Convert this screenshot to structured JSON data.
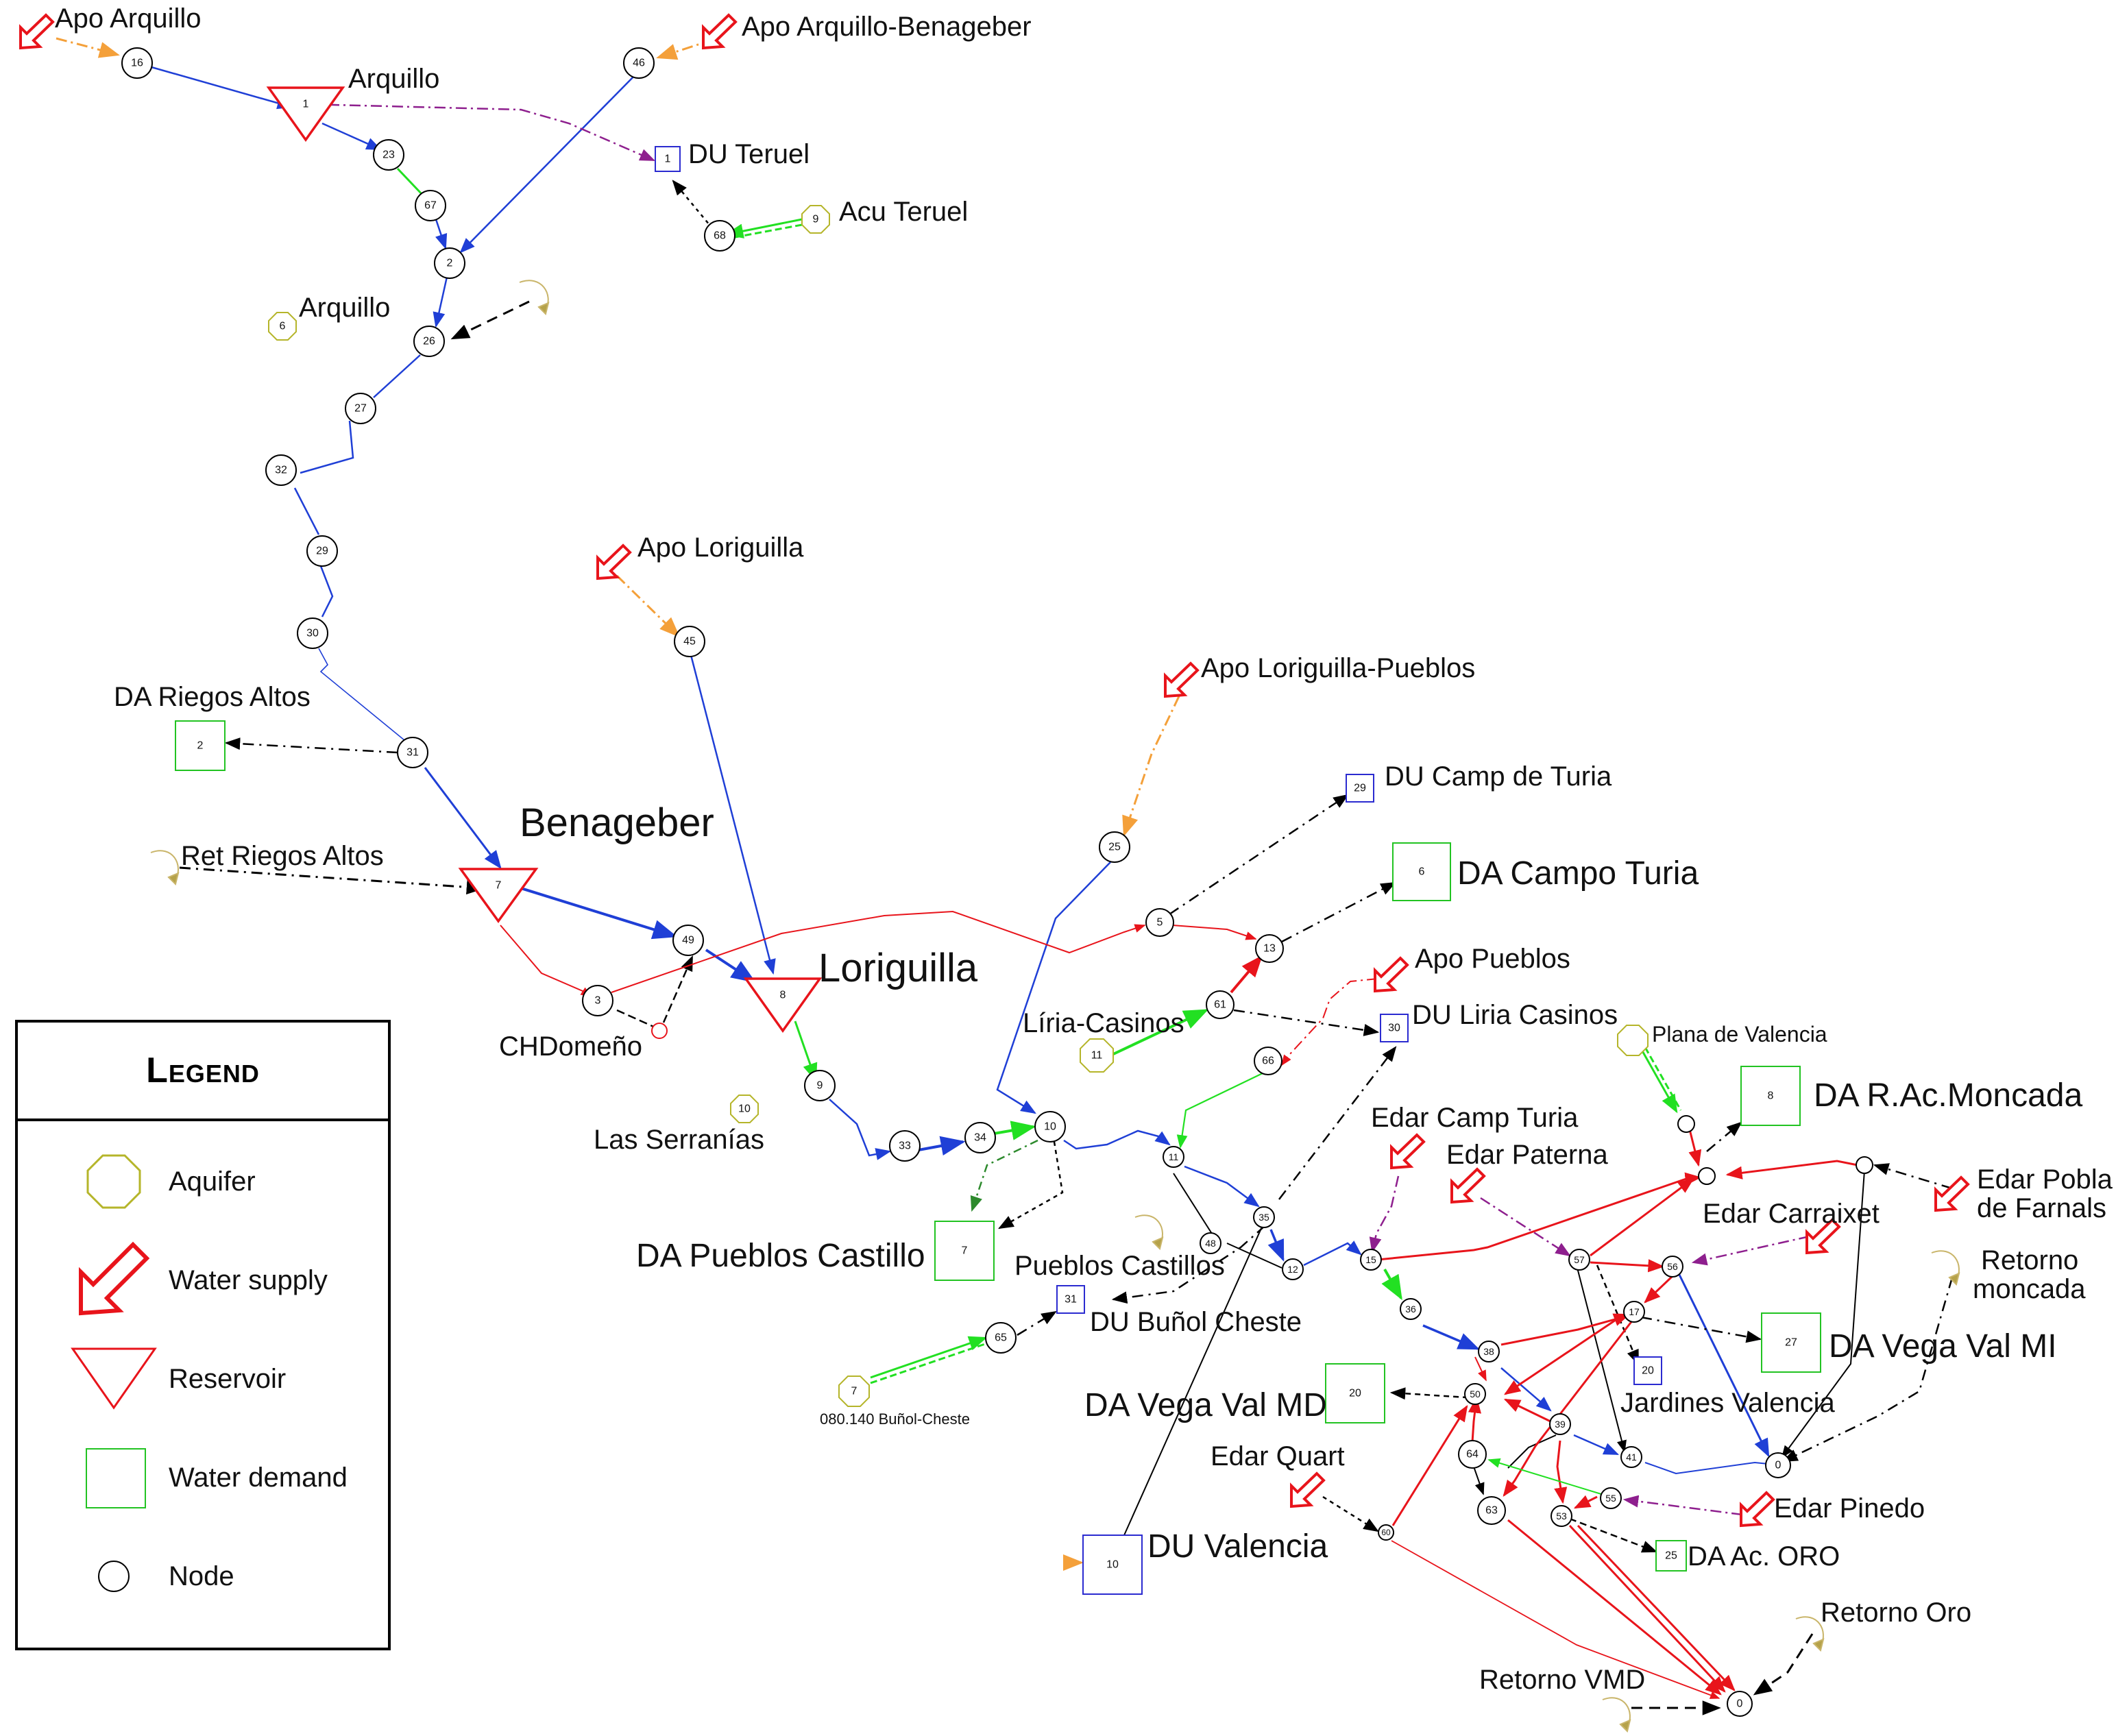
{
  "colors": {
    "aquifer": "#b5b52a",
    "supply": "#e8141b",
    "reservoir": "#e8141b",
    "demand": "#22c322",
    "urban": "#2b2bd0",
    "river": "#1f3fd6",
    "orange": "#f4a03a",
    "purple": "#8e1f8e",
    "green": "#22e022",
    "red": "#e8141b",
    "black": "#000000"
  },
  "legend": {
    "title": "Legend",
    "items": [
      {
        "label": "Aquifer",
        "icon": "octagon-icon"
      },
      {
        "label": "Water supply",
        "icon": "arrow-icon"
      },
      {
        "label": "Reservoir",
        "icon": "triangle-icon"
      },
      {
        "label": "Water demand",
        "icon": "square-icon"
      },
      {
        "label": "Node",
        "icon": "circle-icon"
      }
    ]
  },
  "nodes": [
    {
      "id": "n16",
      "num": "16"
    },
    {
      "id": "n23",
      "num": "23"
    },
    {
      "id": "n67",
      "num": "67"
    },
    {
      "id": "n2",
      "num": "2"
    },
    {
      "id": "n26",
      "num": "26"
    },
    {
      "id": "n27",
      "num": "27"
    },
    {
      "id": "n32",
      "num": "32"
    },
    {
      "id": "n29",
      "num": "29"
    },
    {
      "id": "n30",
      "num": "30"
    },
    {
      "id": "n31",
      "num": "31"
    },
    {
      "id": "n46",
      "num": "46"
    },
    {
      "id": "n68",
      "num": "68"
    },
    {
      "id": "n45",
      "num": "45"
    },
    {
      "id": "n49",
      "num": "49"
    },
    {
      "id": "n3",
      "num": "3"
    },
    {
      "id": "n9",
      "num": "9"
    },
    {
      "id": "n33",
      "num": "33"
    },
    {
      "id": "n34",
      "num": "34"
    },
    {
      "id": "n10",
      "num": "10"
    },
    {
      "id": "n25",
      "num": "25"
    },
    {
      "id": "n5",
      "num": "5"
    },
    {
      "id": "n13",
      "num": "13"
    },
    {
      "id": "n61",
      "num": "61"
    },
    {
      "id": "n66",
      "num": "66"
    },
    {
      "id": "n11",
      "num": "11"
    },
    {
      "id": "n48",
      "num": "48"
    },
    {
      "id": "n35",
      "num": "35"
    },
    {
      "id": "n12",
      "num": "12"
    },
    {
      "id": "n15",
      "num": "15"
    },
    {
      "id": "n36",
      "num": "36"
    },
    {
      "id": "n38",
      "num": "38"
    },
    {
      "id": "n50",
      "num": "50"
    },
    {
      "id": "n39",
      "num": "39"
    },
    {
      "id": "n64",
      "num": "64"
    },
    {
      "id": "n63",
      "num": "63"
    },
    {
      "id": "n53",
      "num": "53"
    },
    {
      "id": "n55",
      "num": "55"
    },
    {
      "id": "n41",
      "num": "41"
    },
    {
      "id": "n57",
      "num": "57"
    },
    {
      "id": "n56",
      "num": "56"
    },
    {
      "id": "n17",
      "num": "17"
    },
    {
      "id": "n65",
      "num": "65"
    },
    {
      "id": "n60",
      "num": "60"
    },
    {
      "id": "n0a",
      "num": "0"
    },
    {
      "id": "n0b",
      "num": "0"
    },
    {
      "id": "nblank1",
      "num": ""
    },
    {
      "id": "nblank2",
      "num": ""
    },
    {
      "id": "nblank3",
      "num": ""
    },
    {
      "id": "nred",
      "num": ""
    }
  ],
  "reservoirs": [
    {
      "id": "r1",
      "num": "1",
      "label": "Arquillo"
    },
    {
      "id": "r7",
      "num": "7",
      "label": "Benageber"
    },
    {
      "id": "r8",
      "num": "8",
      "label": "Loriguilla"
    }
  ],
  "demands": [
    {
      "id": "du1",
      "num": "1",
      "label": "DU Teruel"
    },
    {
      "id": "da2",
      "num": "2",
      "label": "DA Riegos Altos"
    },
    {
      "id": "du29",
      "num": "29",
      "label": "DU Camp de Turia"
    },
    {
      "id": "da6",
      "num": "6",
      "label": "DA Campo Turia"
    },
    {
      "id": "du30",
      "num": "30",
      "label": "DU Liria Casinos"
    },
    {
      "id": "da7",
      "num": "7",
      "label": "DA Pueblos Castillo"
    },
    {
      "id": "du31",
      "num": "31",
      "label": "DU Buñol Cheste"
    },
    {
      "id": "da8",
      "num": "8",
      "label": "DA R.Ac.Moncada"
    },
    {
      "id": "da27",
      "num": "27",
      "label": "DA Vega Val MI"
    },
    {
      "id": "du20",
      "num": "20",
      "label": "Jardines Valencia"
    },
    {
      "id": "da20",
      "num": "20",
      "label": "DA Vega Val MD"
    },
    {
      "id": "du10",
      "num": "10",
      "label": "DU Valencia"
    },
    {
      "id": "da25",
      "num": "25",
      "label": "DA Ac. ORO"
    }
  ],
  "aquifers": [
    {
      "id": "a9",
      "num": "9",
      "label": "Acu Teruel"
    },
    {
      "id": "a6",
      "num": "6",
      "label": "Arquillo"
    },
    {
      "id": "a10",
      "num": "10",
      "label": "Las Serranías"
    },
    {
      "id": "a11",
      "num": "11",
      "label": "Líria-Casinos"
    },
    {
      "id": "a7",
      "num": "7",
      "label": "080.140 Buñol-Cheste"
    },
    {
      "id": "aplana",
      "num": "",
      "label": "Plana de Valencia"
    }
  ],
  "supplies": [
    {
      "id": "s_arq",
      "label": "Apo Arquillo"
    },
    {
      "id": "s_arqben",
      "label": "Apo Arquillo-Benageber"
    },
    {
      "id": "s_lor",
      "label": "Apo Loriguilla"
    },
    {
      "id": "s_lorpue",
      "label": "Apo Loriguilla-Pueblos"
    },
    {
      "id": "s_pue",
      "label": "Apo Pueblos"
    },
    {
      "id": "s_edct",
      "label": "Edar Camp Turia"
    },
    {
      "id": "s_edpat",
      "label": "Edar Paterna"
    },
    {
      "id": "s_edcar",
      "label": "Edar Carraixet"
    },
    {
      "id": "s_edpob",
      "label": "Edar Pobla\nde Farnals"
    },
    {
      "id": "s_edq",
      "label": "Edar  Quart"
    },
    {
      "id": "s_edpin",
      "label": "Edar Pinedo"
    }
  ],
  "returns": [
    {
      "id": "ret_ra",
      "label": "Ret Riegos Altos"
    },
    {
      "id": "ret_pc",
      "label": "Pueblos Castillos"
    },
    {
      "id": "ret_mon",
      "label": "Retorno\nmoncada"
    },
    {
      "id": "ret_oro",
      "label": "Retorno Oro"
    },
    {
      "id": "ret_vmd",
      "label": "Retorno VMD"
    },
    {
      "id": "ret_top",
      "label": ""
    }
  ],
  "misc_labels": [
    {
      "id": "chdomeno",
      "label": "CHDomeño"
    }
  ]
}
